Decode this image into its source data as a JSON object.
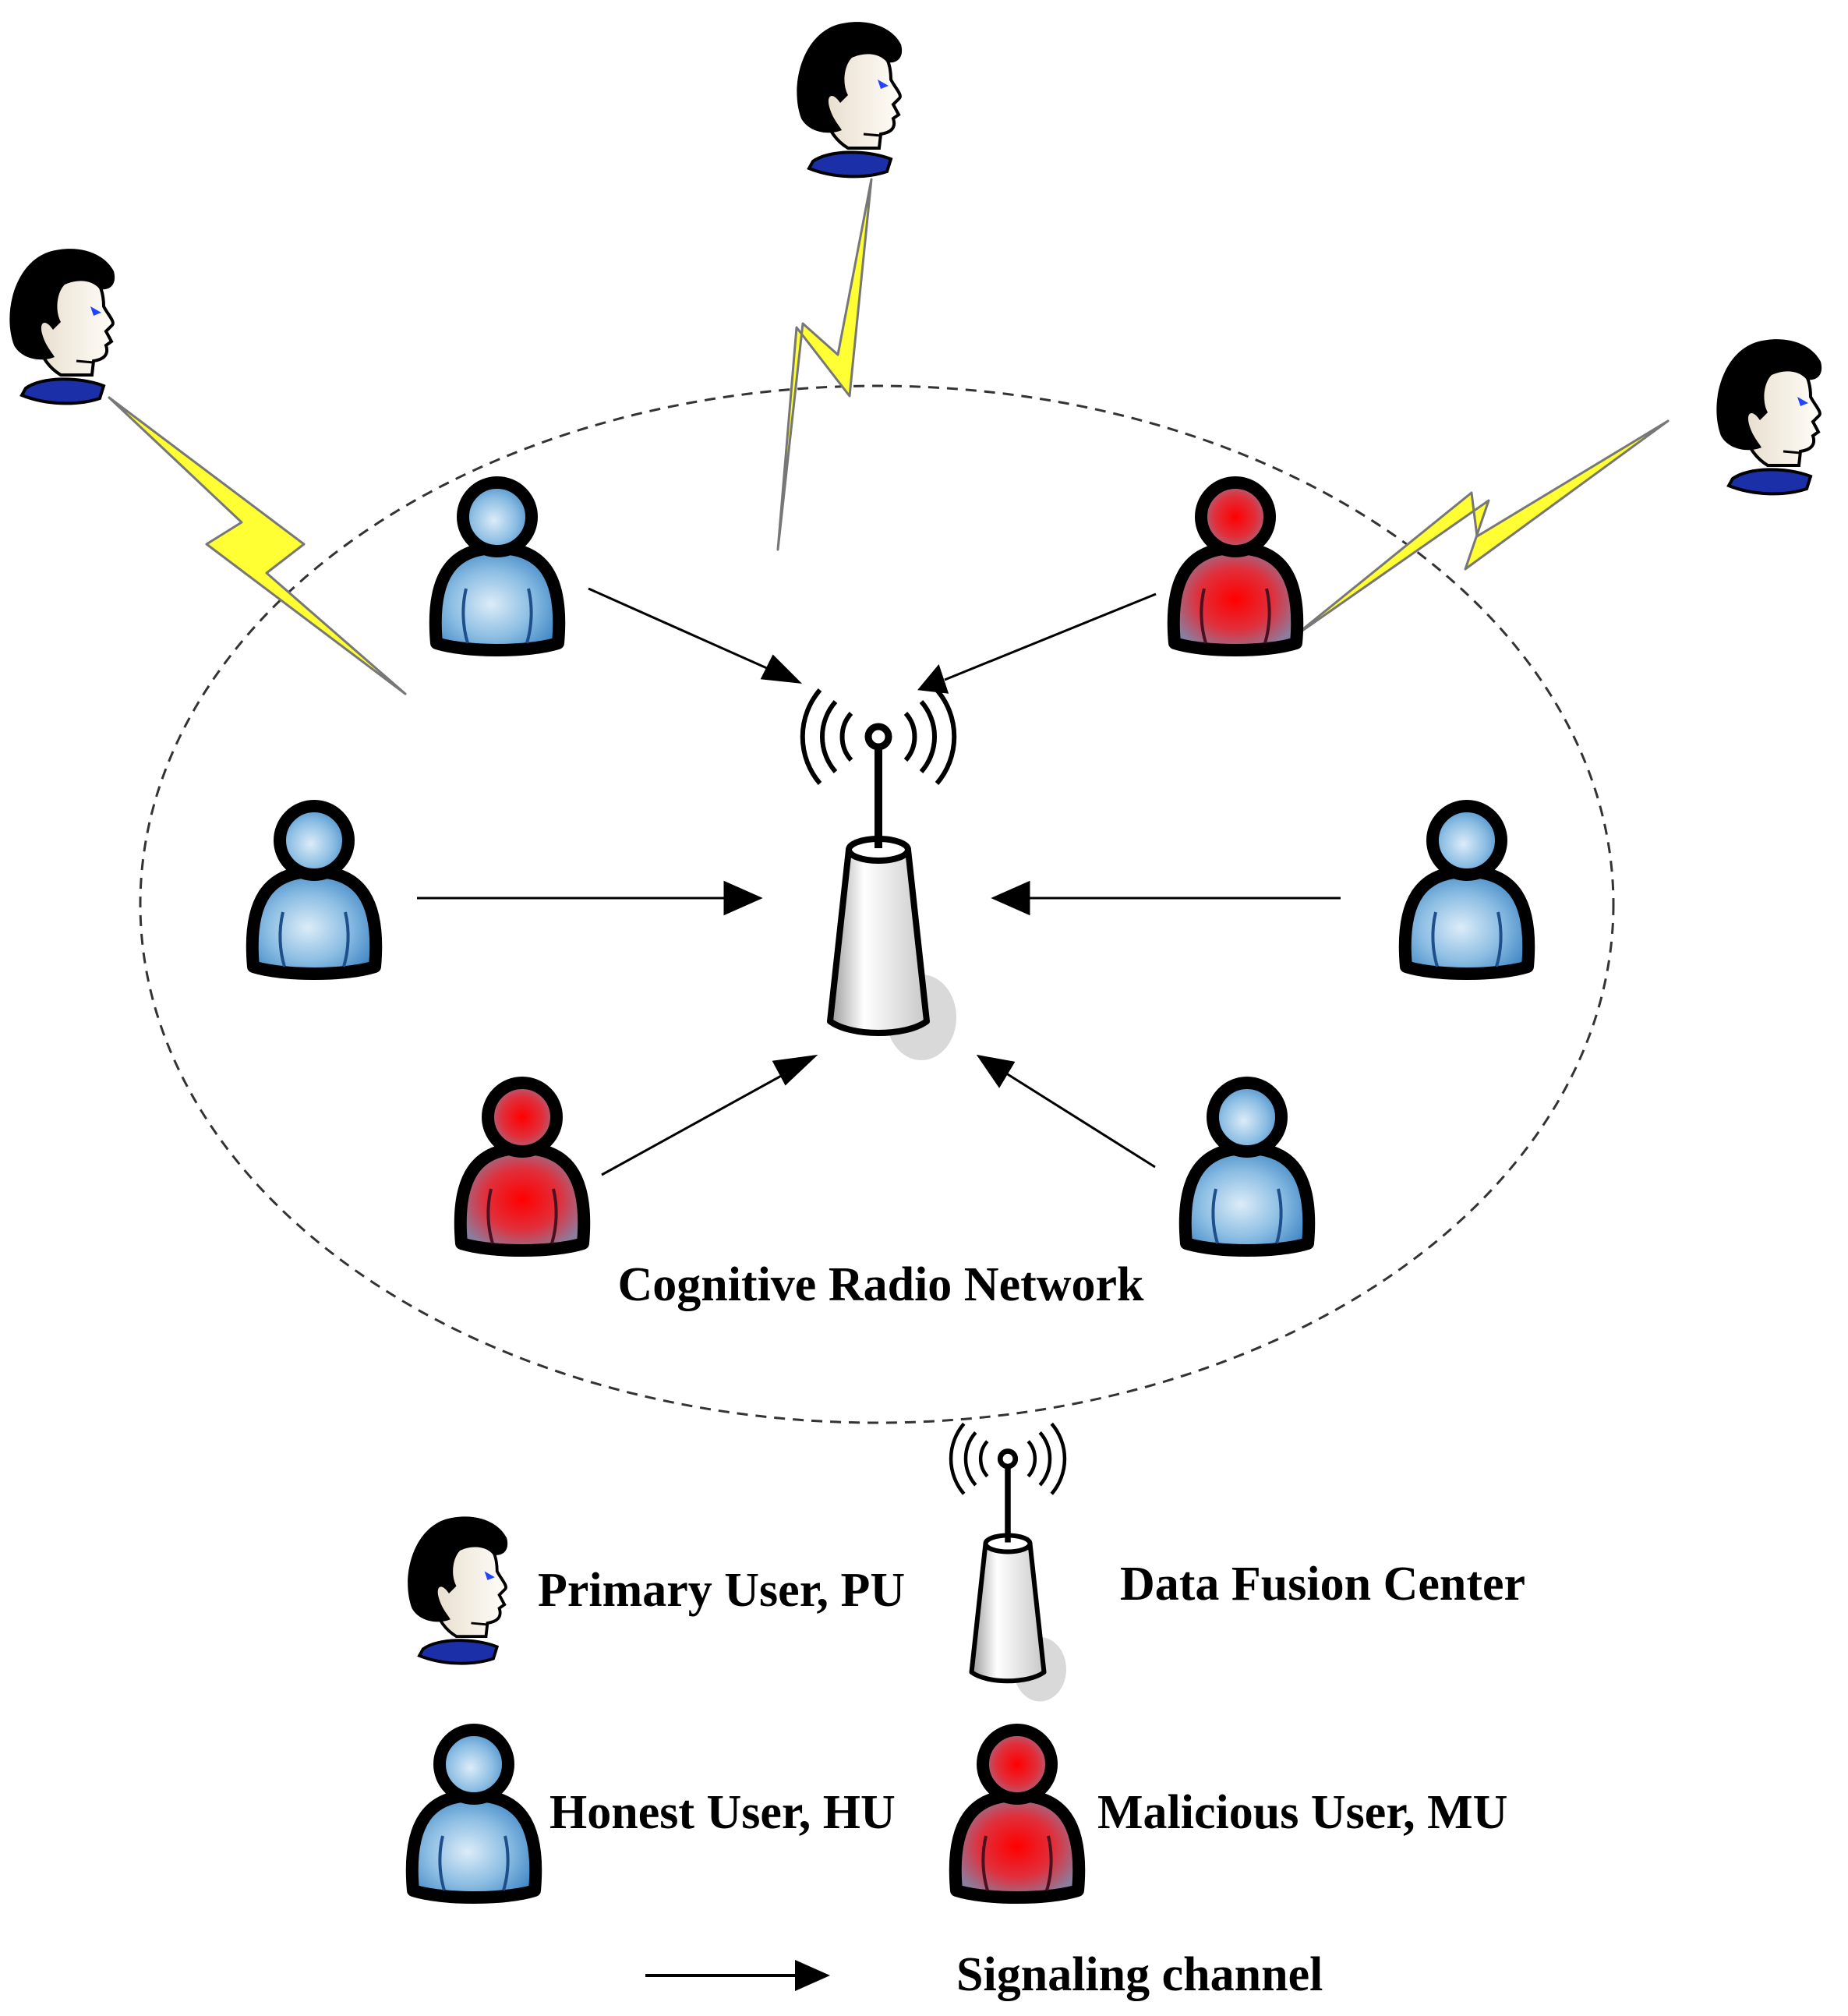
{
  "diagram": {
    "network_label": "Cognitive Radio Network",
    "colors": {
      "honest": "#6fa8d6",
      "malicious": "#e8202a",
      "lightning": "#ffff33",
      "pu_shirt": "#1b2fa8"
    }
  },
  "legend": {
    "primary_user": "Primary User, PU",
    "data_fusion_center": "Data Fusion Center",
    "honest_user": "Honest User, HU",
    "malicious_user": "Malicious User, MU",
    "signaling_channel": "Signaling channel"
  }
}
